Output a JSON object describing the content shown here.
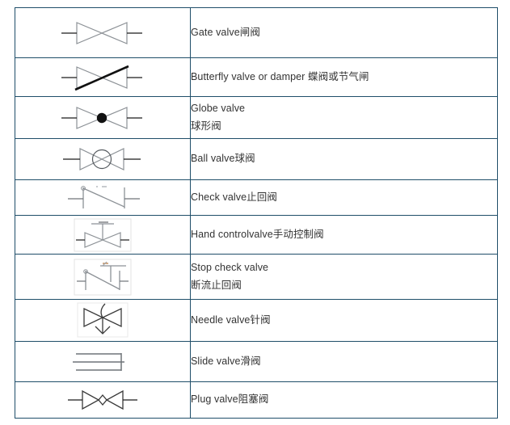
{
  "table": {
    "columns": [
      "symbol",
      "description"
    ],
    "border_color": "#1f4e69",
    "symbol_line_color": "#8c9196",
    "symbol_accent_color": "#1a1a1a",
    "text_color": "#333333",
    "rows": [
      {
        "symbol_name": "gate-valve-symbol",
        "lines": [
          "Gate valve闸阀"
        ]
      },
      {
        "symbol_name": "butterfly-valve-symbol",
        "lines": [
          "Butterfly valve or damper 蝶阀或节气闸"
        ]
      },
      {
        "symbol_name": "globe-valve-symbol",
        "lines": [
          "Globe valve",
          "球形阀"
        ]
      },
      {
        "symbol_name": "ball-valve-symbol",
        "lines": [
          "Ball valve球阀"
        ]
      },
      {
        "symbol_name": "check-valve-symbol",
        "lines": [
          "Check valve止回阀"
        ]
      },
      {
        "symbol_name": "hand-control-valve-symbol",
        "lines": [
          "Hand controlvalve手动控制阀"
        ]
      },
      {
        "symbol_name": "stop-check-valve-symbol",
        "lines": [
          "Stop check valve",
          "断流止回阀"
        ]
      },
      {
        "symbol_name": "needle-valve-symbol",
        "lines": [
          "Needle valve针阀"
        ]
      },
      {
        "symbol_name": "slide-valve-symbol",
        "lines": [
          "Slide valve滑阀"
        ]
      },
      {
        "symbol_name": "plug-valve-symbol",
        "lines": [
          "Plug valve阻塞阀"
        ]
      }
    ]
  }
}
